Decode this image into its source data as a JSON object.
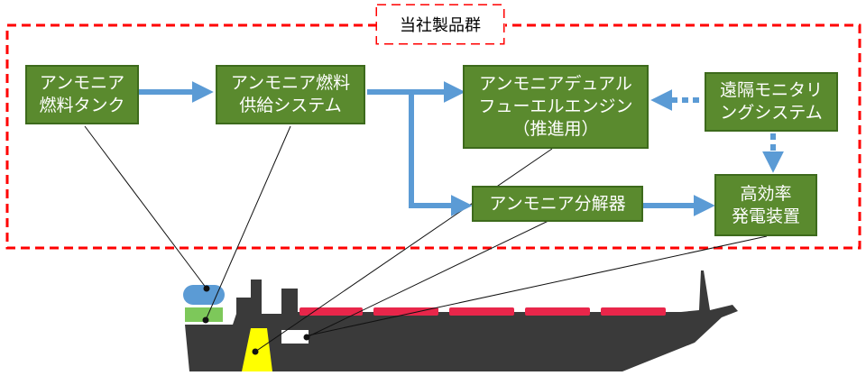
{
  "group": {
    "label": "当社製品群"
  },
  "boxes": {
    "tank": {
      "line1": "アンモニア",
      "line2": "燃料タンク"
    },
    "supply": {
      "line1": "アンモニア燃料",
      "line2": "供給システム"
    },
    "engine": {
      "line1": "アンモニアデュアル",
      "line2": "フューエルエンジン",
      "line3": "（推進用）"
    },
    "monitor": {
      "line1": "遠隔モニタリ",
      "line2": "ングシステム"
    },
    "decomposer": {
      "line1": "アンモニア分解器"
    },
    "generator": {
      "line1": "高効率",
      "line2": "発電装置"
    }
  },
  "colors": {
    "box_fill": "#5a8a2e",
    "arrow": "#5b9bd5",
    "dashed_border": "#ff0000",
    "ship_hull": "#3a3a3a",
    "cargo_tanks": "#e8264a",
    "tank_blue": "#5b9bd5",
    "tank_green": "#7dc85a",
    "engine_room": "#ffff00"
  }
}
